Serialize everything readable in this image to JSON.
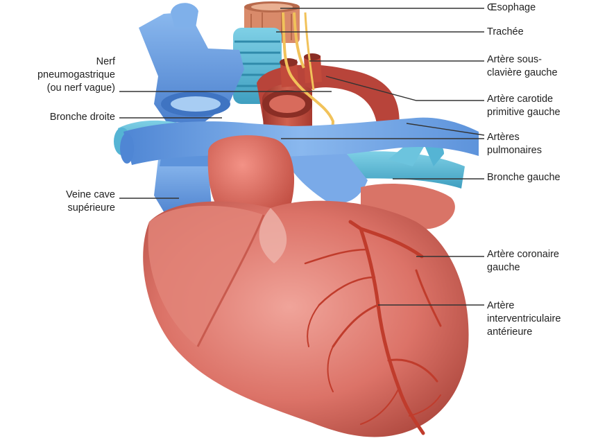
{
  "colors": {
    "ventricle": "#dc7368",
    "ventricle_dark": "#b8493f",
    "artery_red": "#c24a3b",
    "vein_blue": "#5d93db",
    "vein_blue_light": "#8ab8ee",
    "nerve_yellow": "#f1c25a",
    "leader_line": "#333333",
    "label_text": "#222222"
  },
  "labels_right": {
    "oesophage": "Œsophage",
    "trachee": "Trachée",
    "sous_claviere": [
      "Artère sous-",
      "clavière gauche"
    ],
    "carotide": [
      "Artère carotide",
      "primitive gauche"
    ],
    "pulmonaires": [
      "Artères",
      "pulmonaires"
    ],
    "bronche_gauche": "Bronche gauche",
    "coronaire": [
      "Artère coronaire",
      "gauche"
    ],
    "interventriculaire": [
      "Artère",
      "interventriculaire",
      "antérieure"
    ]
  },
  "labels_left": {
    "nerf": [
      "Nerf",
      "pneumogastrique",
      "(ou nerf vague)"
    ],
    "bronche_droite": "Bronche droite",
    "veine_cave": [
      "Veine cave",
      "supérieure"
    ]
  }
}
